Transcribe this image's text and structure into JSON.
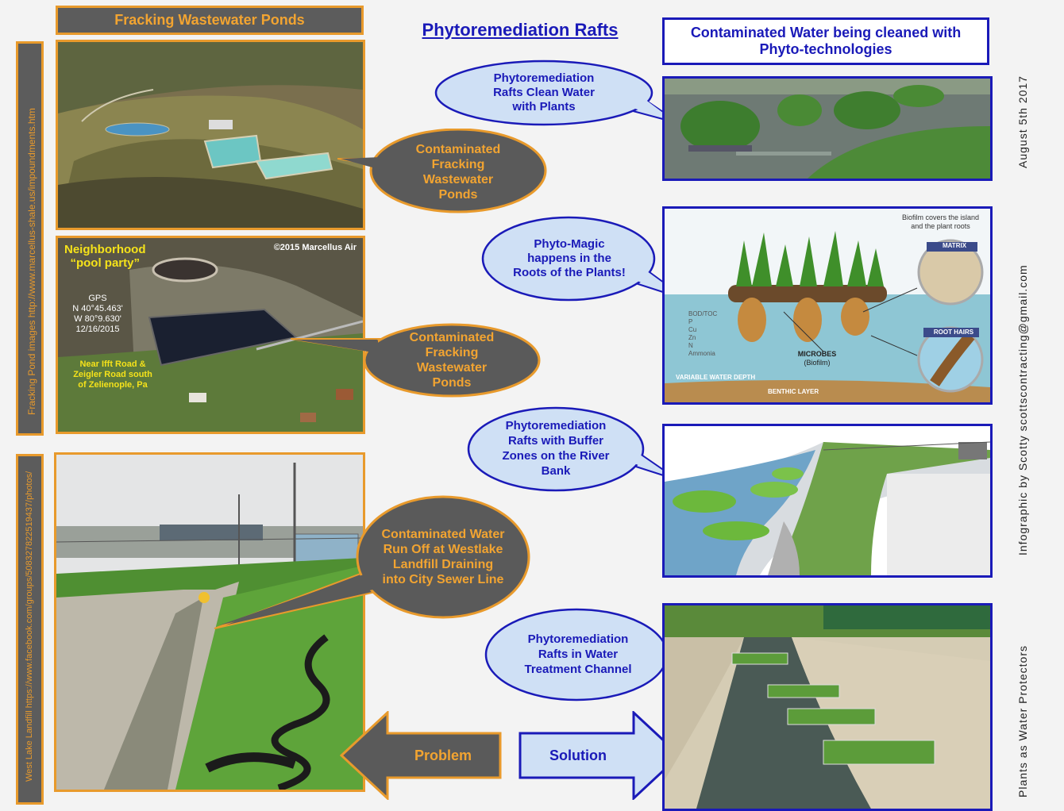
{
  "header": {
    "left_title": "Fracking Wastewater Ponds",
    "center_title": "Phytoremediation Rafts",
    "right_title": "Contaminated Water being cleaned with Phyto-technologies"
  },
  "side_captions": {
    "fracking_source": "Fracking Pond images http://www.marcellus-shale.us/impoundments.htm",
    "landfill_source": "West Lake Landfill https://www.facebook.com/groups/508327822519437/photos/"
  },
  "right_margin": {
    "date": "August 5th 2017",
    "credit": "Infographic by Scotty scottscontracting@gmail.com",
    "tagline": "Plants as Water Protectors"
  },
  "photo2_overlay": {
    "title_line1": "Neighborhood",
    "title_line2": "“pool party”",
    "copyright": "©2015 Marcellus Air",
    "gps_label": "GPS",
    "gps_n": "N 40°45.463'",
    "gps_w": "W 80°9.630'",
    "gps_date": "12/16/2015",
    "location_line1": "Near Ifft Road &",
    "location_line2": "Zeigler Road south",
    "location_line3": "of Zelienople, Pa"
  },
  "diagram_labels": {
    "biofilm_note_line1": "Biofilm covers the island",
    "biofilm_note_line2": "and the plant roots",
    "matrix": "MATRIX",
    "root_hairs": "ROOT HAIRS",
    "pollutants": [
      "BOD/TOC",
      "P",
      "Cu",
      "Zn",
      "N",
      "Ammonia"
    ],
    "microbes_line1": "MICROBES",
    "microbes_line2": "(Biofilm)",
    "variable_depth": "VARIABLE WATER DEPTH",
    "benthic": "BENTHIC LAYER"
  },
  "bubbles": {
    "pond1": "Contaminated Fracking Wastewater Ponds",
    "pond2": "Contaminated Fracking Wastewater Ponds",
    "runoff": "Contaminated Water Run Off at Westlake Landfill Draining into City Sewer Line",
    "rafts_clean": "Phytoremediation Rafts Clean Water with Plants",
    "phyto_magic": "Phyto-Magic happens in the Roots of the Plants!",
    "buffer_zones": "Phytoremediation Rafts with Buffer Zones on the River Bank",
    "treatment_channel": "Phytoremediation Rafts in Water Treatment Channel"
  },
  "arrows": {
    "problem": "Problem",
    "solution": "Solution"
  },
  "colors": {
    "orange": "#e89a2c",
    "navy": "#1a1ab8",
    "gray_bubble": "#5a5a5a",
    "blue_bubble": "#cfe0f5"
  }
}
